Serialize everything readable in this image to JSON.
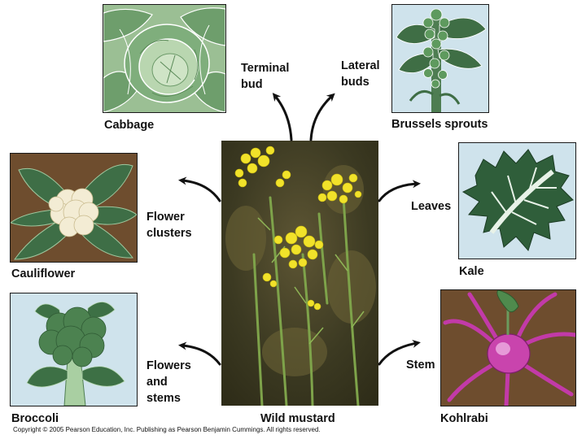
{
  "center": {
    "label": "Wild mustard"
  },
  "plants": [
    {
      "name": "Cabbage"
    },
    {
      "name": "Brussels sprouts"
    },
    {
      "name": "Cauliflower"
    },
    {
      "name": "Kale"
    },
    {
      "name": "Broccoli"
    },
    {
      "name": "Kohlrabi"
    }
  ],
  "traits": {
    "terminal_bud": [
      "Terminal",
      "bud"
    ],
    "lateral_buds": [
      "Lateral",
      "buds"
    ],
    "flower_clusters": [
      "Flower",
      "clusters"
    ],
    "leaves": [
      "Leaves"
    ],
    "flowers_and_stems": [
      "Flowers",
      "and",
      "stems"
    ],
    "stem": [
      "Stem"
    ]
  },
  "copyright": "Copyright © 2005 Pearson Education, Inc. Publishing as Pearson Benjamin Cummings. All rights reserved."
}
